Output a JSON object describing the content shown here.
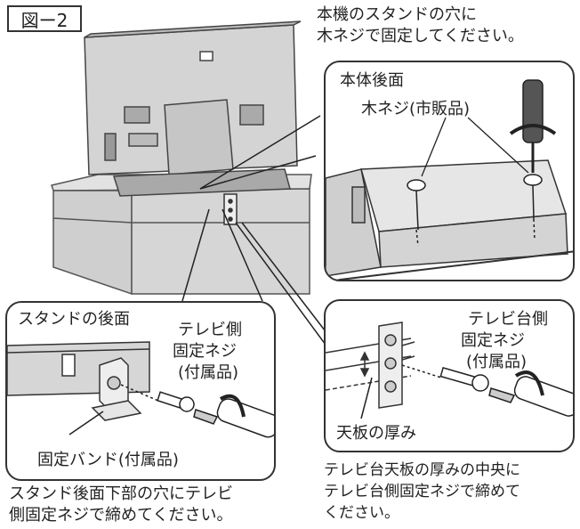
{
  "figure_label": "図ー2",
  "top_instruction": [
    "本機のスタンドの穴に",
    "木ネジで固定してください。"
  ],
  "back_view": {
    "title": "本体後面",
    "screw_label": "木ネジ(市販品)"
  },
  "stand_back": {
    "title": "スタンドの後面",
    "screw_label": [
      "テレビ側",
      "固定ネジ",
      "(付属品)"
    ],
    "band_label": "固定バンド(付属品)"
  },
  "board_view": {
    "screw_label": [
      "テレビ台側",
      "固定ネジ",
      "(付属品)"
    ],
    "thickness_label": "天板の厚み"
  },
  "bottom_left_instruction": [
    "スタンド後面下部の穴にテレビ",
    "側固定ネジで締めてください。"
  ],
  "bottom_right_instruction": [
    "テレビ台天板の厚みの中央に",
    "テレビ台側固定ネジで締めて",
    "ください。"
  ]
}
